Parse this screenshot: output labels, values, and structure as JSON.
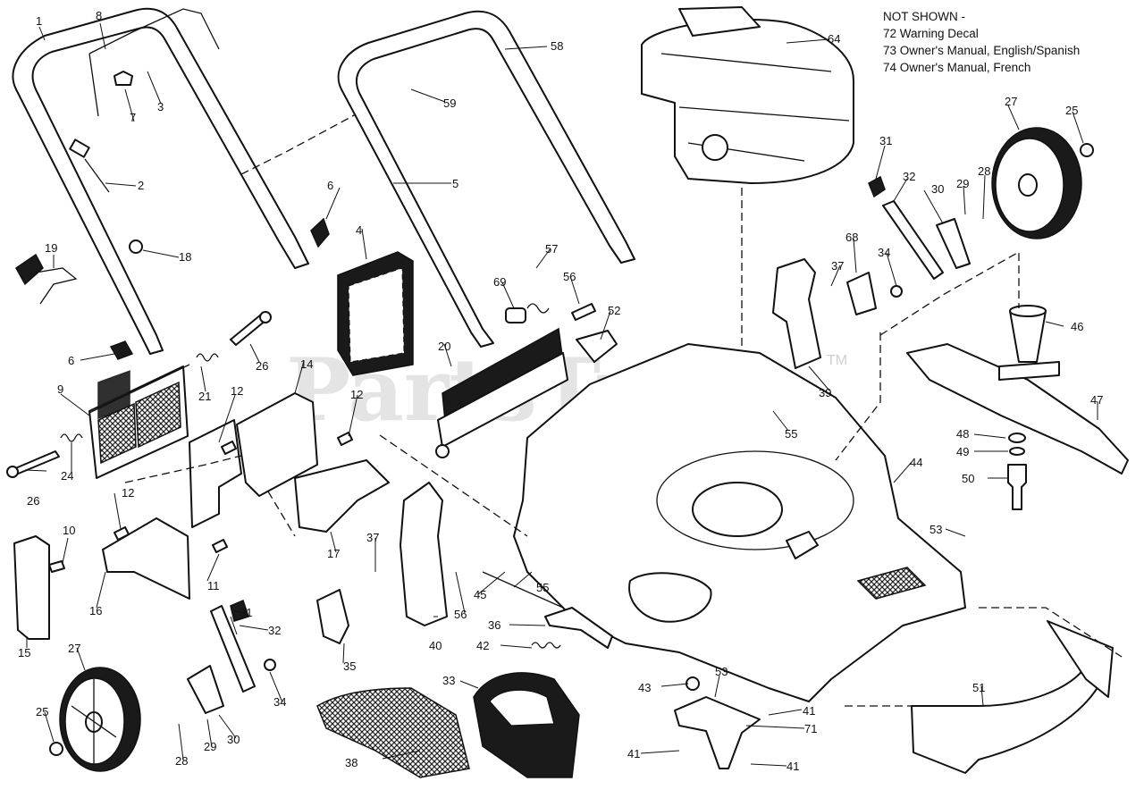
{
  "watermark": {
    "text": "PartsTree",
    "tm": "TM"
  },
  "not_shown": {
    "header": "NOT SHOWN -",
    "items": [
      "72 Warning Decal",
      "73 Owner's Manual, English/Spanish",
      "74 Owner's Manual, French"
    ]
  },
  "callouts": {
    "c1": "1",
    "c8": "8",
    "c7": "7",
    "c3": "3",
    "c2": "2",
    "c19": "19",
    "c18": "18",
    "c6a": "6",
    "c6b": "6",
    "c9": "9",
    "c21": "21",
    "c26a": "26",
    "c26b": "26",
    "c24": "24",
    "c12a": "12",
    "c12b": "12",
    "c12c": "12",
    "c14": "14",
    "c10": "10",
    "c11": "11",
    "c15": "15",
    "c16": "16",
    "c17": "17",
    "c4": "4",
    "c58": "58",
    "c59": "59",
    "c5": "5",
    "c57": "57",
    "c69": "69",
    "c56a": "56",
    "c56b": "56",
    "c52": "52",
    "c20": "20",
    "c64": "64",
    "c31a": "31",
    "c31b": "31",
    "c32a": "32",
    "c32b": "32",
    "c30a": "30",
    "c30b": "30",
    "c29a": "29",
    "c29b": "29",
    "c28a": "28",
    "c28b": "28",
    "c27a": "27",
    "c27b": "27",
    "c25a": "25",
    "c25b": "25",
    "c68": "68",
    "c37a": "37",
    "c37b": "37",
    "c34a": "34",
    "c34b": "34",
    "c39": "39",
    "c55a": "55",
    "c55b": "55",
    "c46": "46",
    "c47": "47",
    "c48": "48",
    "c49": "49",
    "c50": "50",
    "c44": "44",
    "c53a": "53",
    "c53b": "53",
    "c40": "40",
    "c45": "45",
    "c36": "36",
    "c42": "42",
    "c35": "35",
    "c33": "33",
    "c38": "38",
    "c43": "43",
    "c41a": "41",
    "c41b": "41",
    "c41c": "41",
    "c71": "71",
    "c51": "51"
  }
}
